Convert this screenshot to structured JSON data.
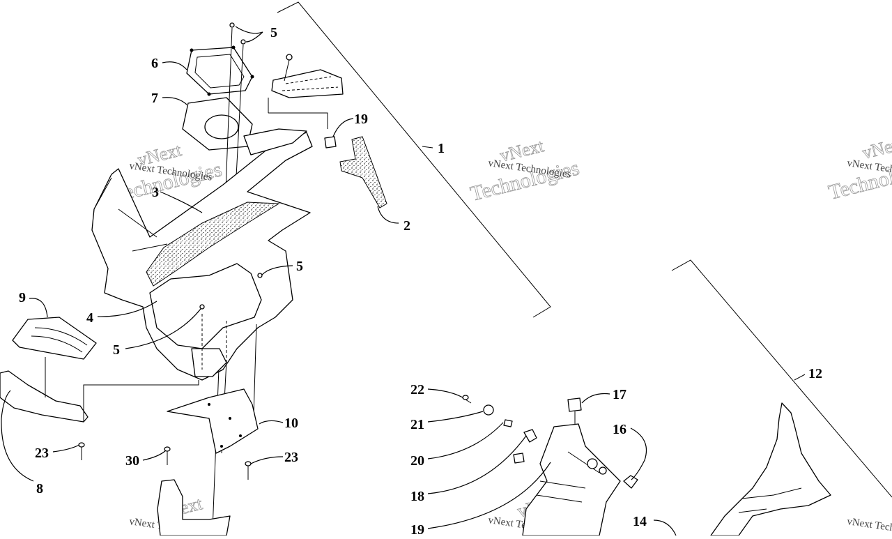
{
  "diagram": {
    "watermark": {
      "line1": "vNext",
      "line2": "Technologies",
      "small": "vNext Technologies"
    },
    "callouts": [
      {
        "id": "c1",
        "label": "1"
      },
      {
        "id": "c2",
        "label": "2"
      },
      {
        "id": "c3",
        "label": "3"
      },
      {
        "id": "c4",
        "label": "4"
      },
      {
        "id": "c5a",
        "label": "5"
      },
      {
        "id": "c5b",
        "label": "5"
      },
      {
        "id": "c5c",
        "label": "5"
      },
      {
        "id": "c6",
        "label": "6"
      },
      {
        "id": "c7",
        "label": "7"
      },
      {
        "id": "c8",
        "label": "8"
      },
      {
        "id": "c9",
        "label": "9"
      },
      {
        "id": "c10",
        "label": "10"
      },
      {
        "id": "c12",
        "label": "12"
      },
      {
        "id": "c14",
        "label": "14"
      },
      {
        "id": "c16",
        "label": "16"
      },
      {
        "id": "c17",
        "label": "17"
      },
      {
        "id": "c18",
        "label": "18"
      },
      {
        "id": "c19a",
        "label": "19"
      },
      {
        "id": "c19b",
        "label": "19"
      },
      {
        "id": "c20",
        "label": "20"
      },
      {
        "id": "c21",
        "label": "21"
      },
      {
        "id": "c22",
        "label": "22"
      },
      {
        "id": "c23a",
        "label": "23"
      },
      {
        "id": "c23b",
        "label": "23"
      },
      {
        "id": "c30",
        "label": "30"
      }
    ]
  }
}
